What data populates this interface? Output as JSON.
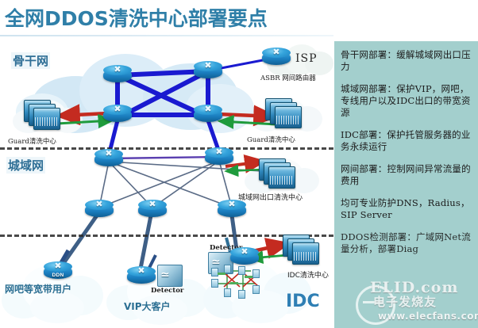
{
  "page": {
    "title": "全网DDOS清洗中心部署要点"
  },
  "sidebar": {
    "bg_color": "#a3cfcd",
    "paragraphs": [
      "骨干网部署：缓解城域网出口压力",
      "城域网部署：保护VIP，网吧，专线用户以及IDC出口的带宽资源",
      "IDC部署：保护托管服务器的业务永续运行",
      "网间部署：控制网间异常流量的费用",
      "均可专业防护DNS，Radius， SIP Server",
      "DDOS检测部署：广域网Net流量分析，部署Diag"
    ]
  },
  "regions": {
    "backbone_label": "骨干网",
    "metro_label": "城域网",
    "idc_label": "IDC"
  },
  "devices": {
    "isp_label": "ISP",
    "asbr_label": "ASBR 网间路由器",
    "guard_left_label": "Guard清洗中心",
    "guard_right_label": "Guard清洗中心",
    "metro_egress_label": "城域网出口清洗中心",
    "idc_clean_label": "IDC清洗中心",
    "detector_label": "Detector",
    "detector_idc_label": "Detector",
    "ddn_label": "DDN",
    "router_glyph": "✖"
  },
  "clouds": {
    "broadband_label": "网吧等宽带用户",
    "vip_label": "VIP大客户"
  },
  "watermark": {
    "line1": "ELID.com",
    "line2": "电子发烧友",
    "line3": "www.elecfans.com"
  },
  "colors": {
    "title": "#2f7fa8",
    "backbone_link": "#1a1ad0",
    "metro_link": "#5a6b86",
    "attack_arrow": "#c42b20",
    "clean_arrow": "#1f9b3c",
    "sidebar": "#a3cfcd"
  }
}
